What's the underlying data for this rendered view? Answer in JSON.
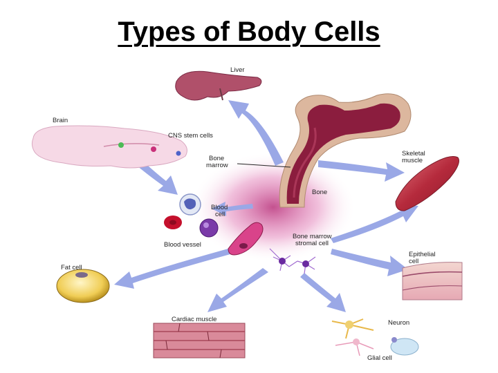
{
  "title": "Types of Body Cells",
  "labels": {
    "liver": "Liver",
    "brain": "Brain",
    "cns_stem_cells": "CNS stem cells",
    "bone_marrow_line1": "Bone",
    "bone_marrow_line2": "marrow",
    "skeletal_muscle_line1": "Skeletal",
    "skeletal_muscle_line2": "muscle",
    "bone": "Bone",
    "blood_cell_line1": "Blood",
    "blood_cell_line2": "cell",
    "blood_vessel": "Blood vessel",
    "stromal_line1": "Bone marrow",
    "stromal_line2": "stromal cell",
    "epithelial_line1": "Epithelial",
    "epithelial_line2": "cell",
    "fat_cell": "Fat cell",
    "cardiac_muscle": "Cardiac muscle",
    "neuron": "Neuron",
    "glial_cell": "Glial cell"
  },
  "colors": {
    "arrow": "#9aa8e6",
    "bone_outer": "#d9b59c",
    "marrow": "#8b1d3e",
    "liver": "#b0506a",
    "brain": "#f5d8e6",
    "muscle": "#c0394a",
    "fat": "#e8c24a"
  }
}
